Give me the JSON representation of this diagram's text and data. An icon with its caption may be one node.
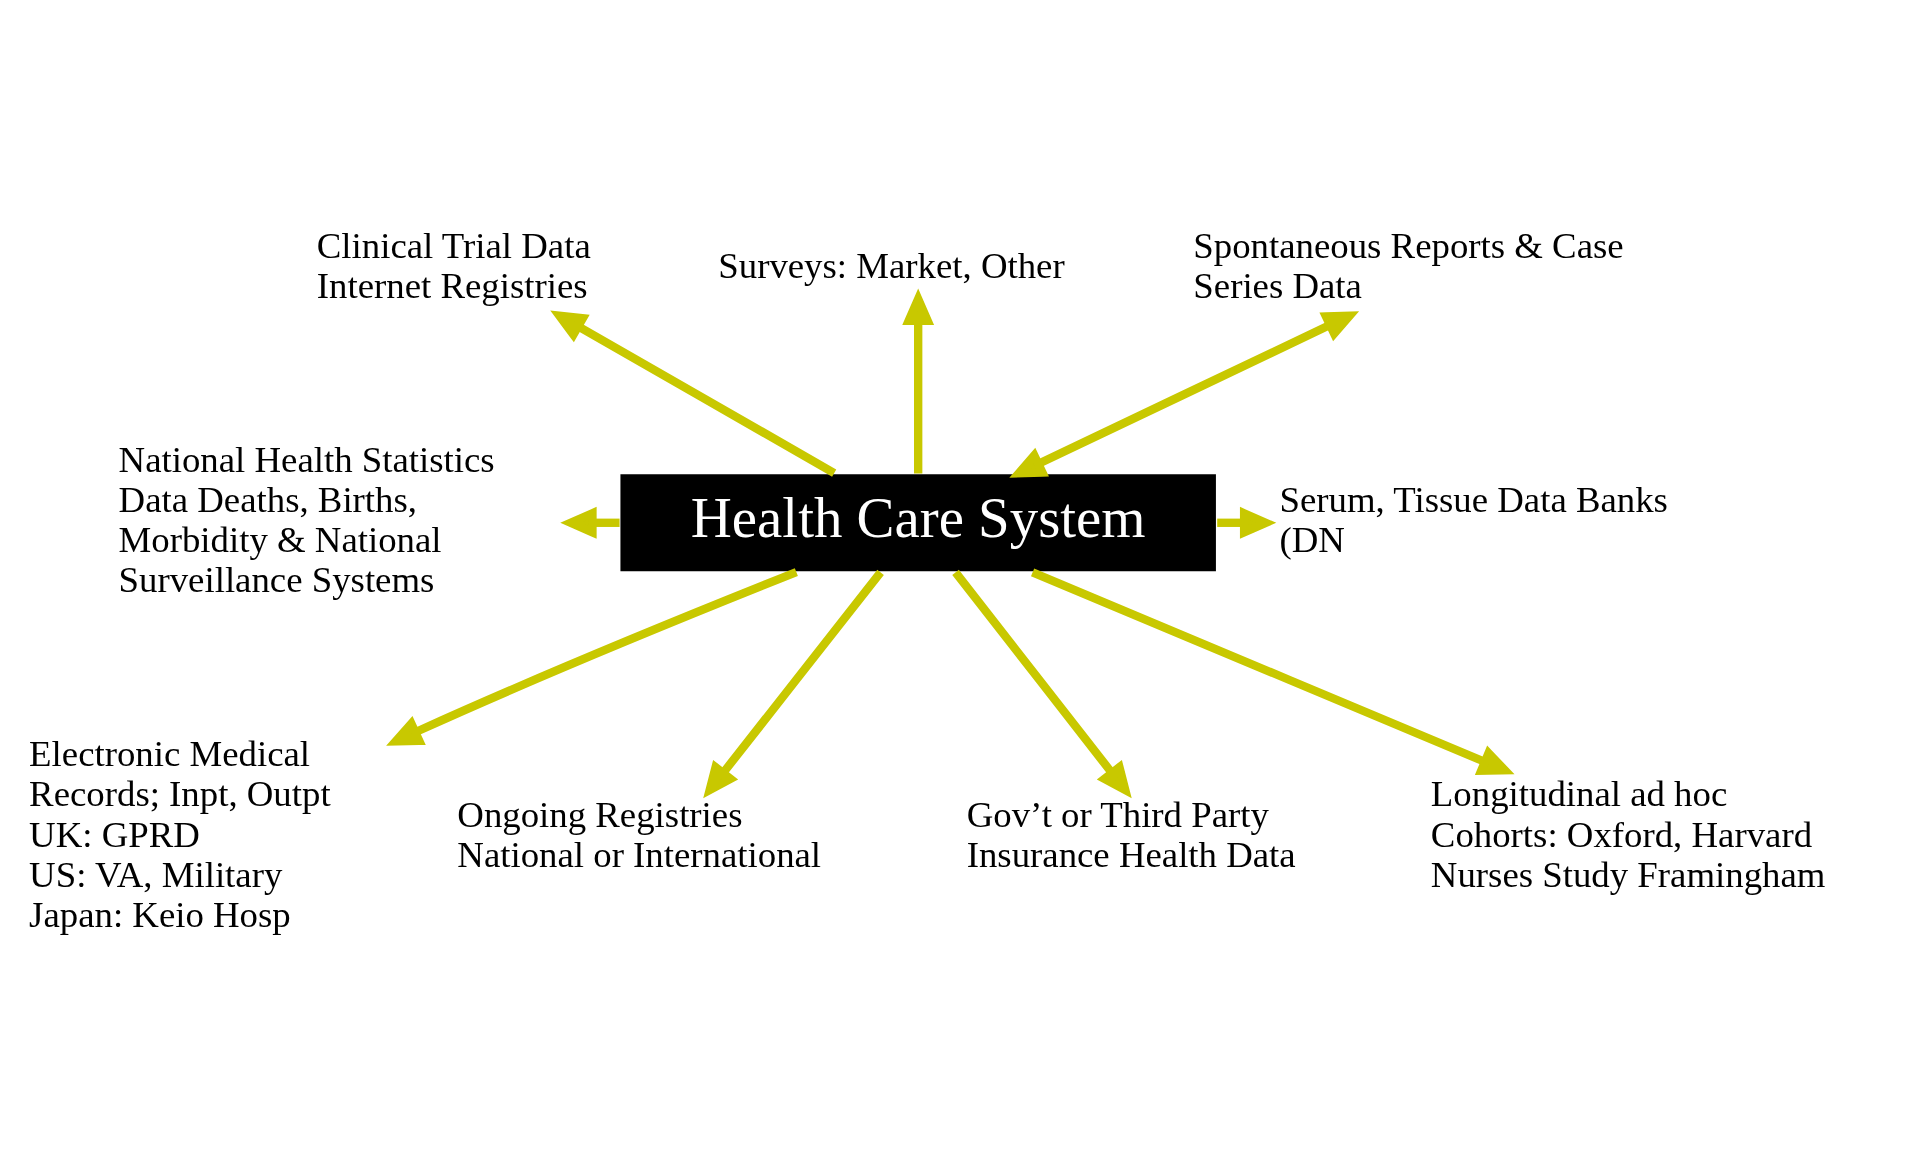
{
  "diagram": {
    "nodes": [
      {
        "text": [
          "Health Care System"
        ]
      },
      {
        "text": [
          "Clinical Trial Data Internet Registries"
        ]
      },
      {
        "text": [
          "Surveys: Market, Other"
        ]
      },
      {
        "text": [
          "Spontaneous Reports & Case Series Data"
        ]
      },
      {
        "text": [
          "National Health Statistics Data Deaths, Births, Morbidity & National Surveillance Systems"
        ]
      },
      {
        "text": [
          "Serum, Tissue Data Banks (DN"
        ]
      },
      {
        "text": [
          "Electronic Medical Records; Inpt, Outpt",
          "UK: GPRD",
          "US: VA, Military",
          "Japan: Keio Hosp"
        ]
      },
      {
        "text": [
          "Ongoing Registries National or International"
        ]
      },
      {
        "text": [
          "Gov’t or Third Party Insurance Health Data"
        ]
      },
      {
        "text": [
          "Longitudinal ad hoc Cohorts: Oxford, Harvard Nurses Study Framingham"
        ]
      }
    ],
    "edges": [
      {
        "from": 0,
        "to": 1,
        "arrow": "to"
      },
      {
        "from": 0,
        "to": 2,
        "arrow": "to"
      },
      {
        "from": 0,
        "to": 3,
        "arrow": "both"
      },
      {
        "from": 0,
        "to": 4,
        "arrow": "to"
      },
      {
        "from": 0,
        "to": 5,
        "arrow": "to"
      },
      {
        "from": 0,
        "to": 6,
        "arrow": "to"
      },
      {
        "from": 0,
        "to": 7,
        "arrow": "to"
      },
      {
        "from": 0,
        "to": 8,
        "arrow": "to"
      },
      {
        "from": 0,
        "to": 9,
        "arrow": "to"
      }
    ]
  }
}
